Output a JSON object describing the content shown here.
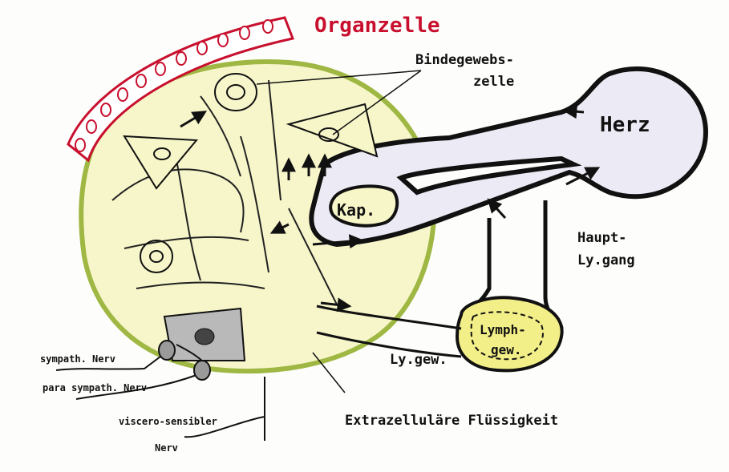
{
  "title": "Organzelle",
  "labels": {
    "bindegewebszelle_1": "Bindegewebs-",
    "bindegewebszelle_2": "zelle",
    "herz": "Herz",
    "kap": "Kap.",
    "haupt_1": "Haupt-",
    "haupt_2": "Ly.gang",
    "lymph_1": "Lymph-",
    "lymph_2": "gew.",
    "lygew": "Ly.gew.",
    "sympath": "sympath. Nerv",
    "parasympath": "para sympath. Nerv",
    "viscero_1": "viscero-sensibler",
    "viscero_2": "Nerv",
    "extrazellulaer": "Extrazelluläre Flüssigkeit"
  },
  "colors": {
    "title": "#c8102e",
    "organ_cell_border": "#c8102e",
    "organ_fill": "#f7f6c8",
    "organ_ring": "#9ab43a",
    "vessel_fill": "#eceaf4",
    "lymph_fill": "#f3ef88",
    "ink": "#111111"
  }
}
